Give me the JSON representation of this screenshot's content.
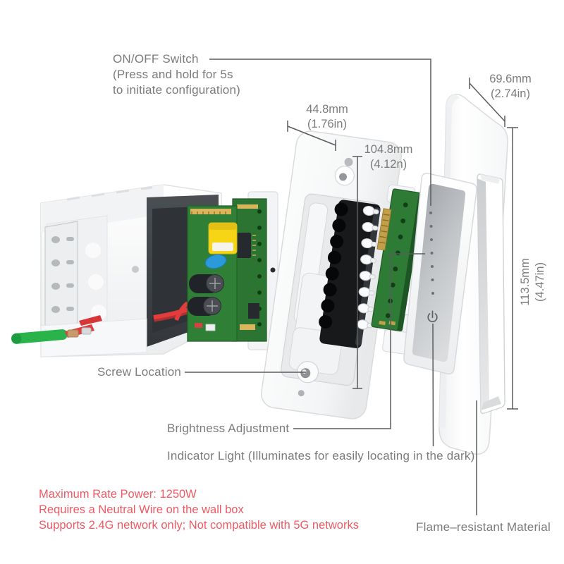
{
  "annotations": {
    "on_off": {
      "line1": "ON/OFF Switch",
      "line2": "(Press and hold for 5s",
      "line3": "to initiate configuration)"
    },
    "screw_location": "Screw Location",
    "brightness": "Brightness Adjustment",
    "indicator": "Indicator Light (Illuminates for easily locating in the dark)",
    "flame": "Flame–resistant Material"
  },
  "dimensions": {
    "switch_width": {
      "metric": "44.8mm",
      "imperial": "(1.76in)"
    },
    "switch_height": {
      "metric": "104.8mm",
      "imperial": "(4.12n)"
    },
    "plate_width": {
      "metric": "69.6mm",
      "imperial": "(2.74in)"
    },
    "plate_height": {
      "metric": "113.5mm",
      "imperial": "(4.47in)"
    }
  },
  "specs": [
    "Maximum Rate Power: 1250W",
    "Requires a Neutral Wire on the wall box",
    "Supports 2.4G network only; Not compatible with 5G networks"
  ],
  "colors": {
    "label_text": "#7b7b7b",
    "spec_text": "#ee5a62",
    "leader_line": "#595c5e",
    "pcb_green": "#2e7d35",
    "wire_green": "#2ab24b",
    "wire_red": "#e23c3c",
    "transformer_yellow": "#f5d516",
    "capacitor_blue": "#2b9ad8",
    "heatsink_black": "#17191b"
  },
  "icons": {
    "power": "power-icon"
  }
}
